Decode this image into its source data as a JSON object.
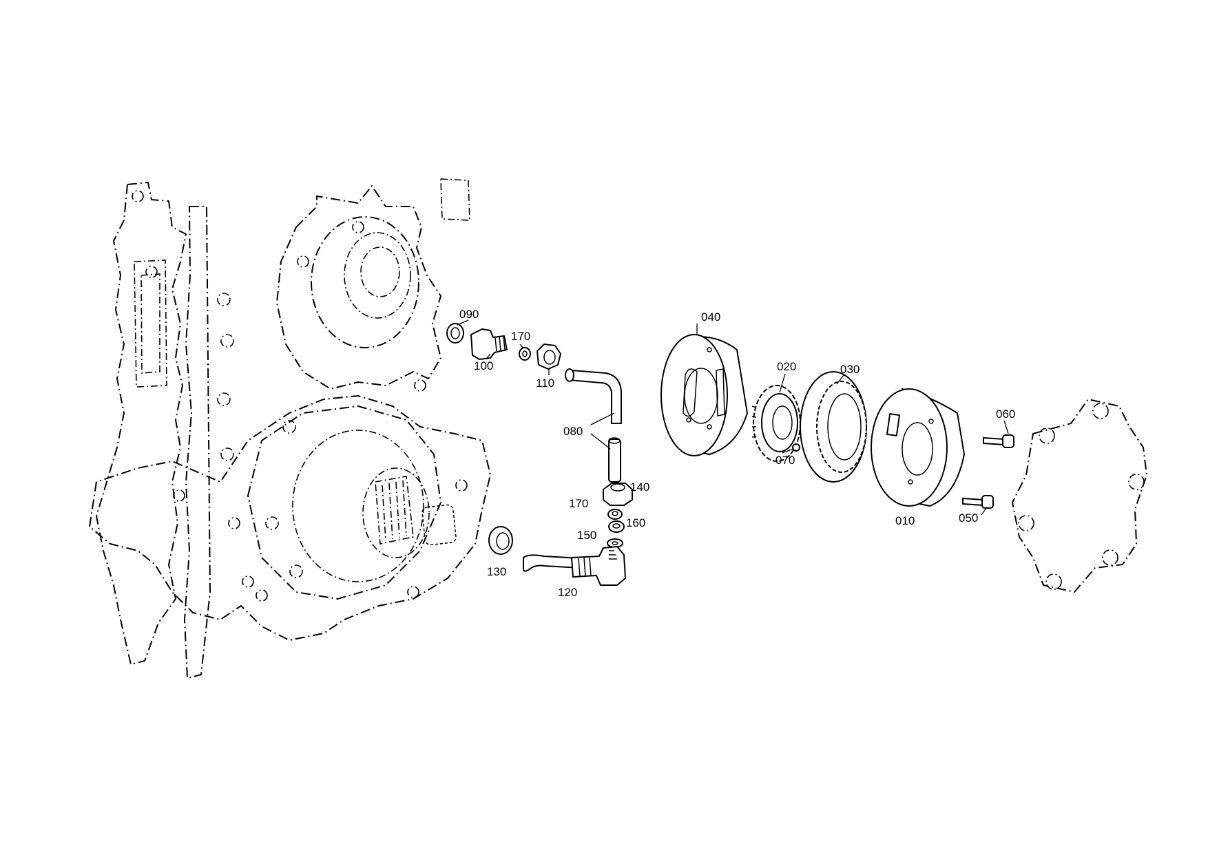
{
  "labels": {
    "p010": "010",
    "p020": "020",
    "p030": "030",
    "p040": "040",
    "p050": "050",
    "p060": "060",
    "p070": "070",
    "p080": "080",
    "p090": "090",
    "p100": "100",
    "p110": "110",
    "p120": "120",
    "p130": "130",
    "p140": "140",
    "p150": "150",
    "p160": "160",
    "p170a": "170",
    "p170b": "170"
  }
}
